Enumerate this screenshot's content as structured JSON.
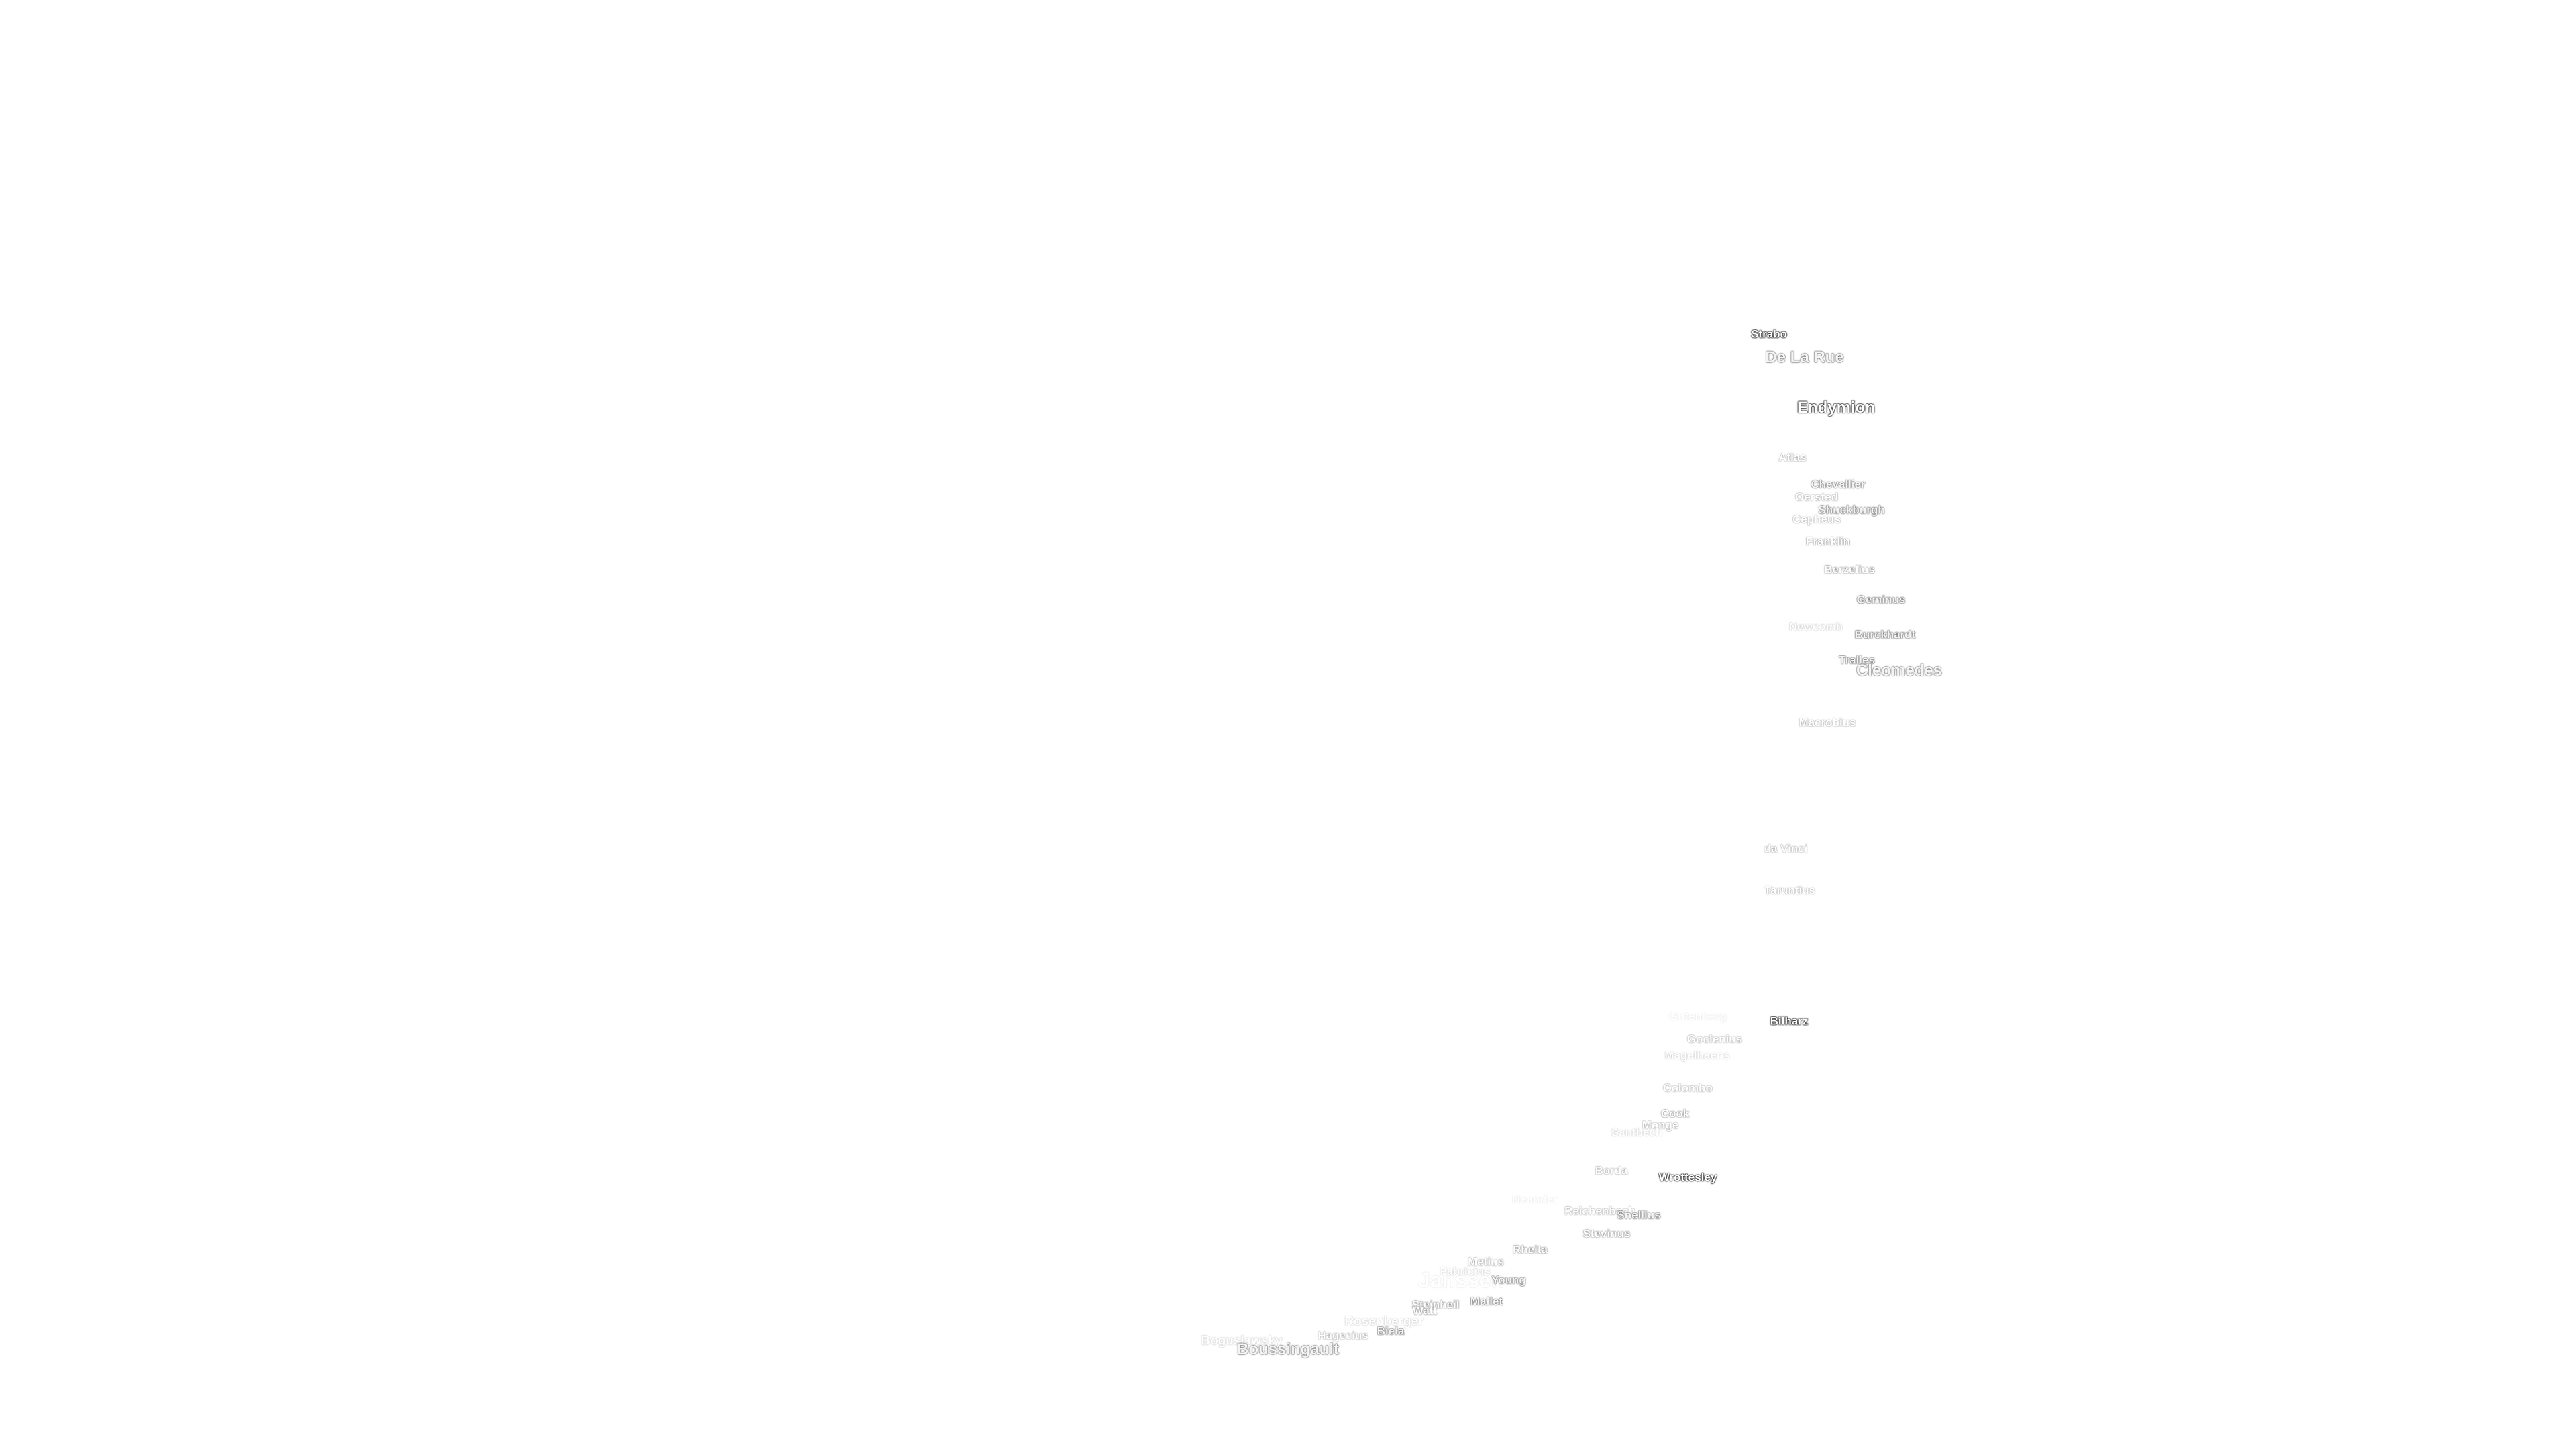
{
  "labels": [
    {
      "name": "Strabo",
      "size": "s",
      "tone": "t1"
    },
    {
      "name": "De La Rue",
      "size": "l",
      "tone": "t2"
    },
    {
      "name": "Endymion",
      "size": "l",
      "tone": "t1"
    },
    {
      "name": "Atlas",
      "size": "s",
      "tone": "t4"
    },
    {
      "name": "Chevallier",
      "size": "s",
      "tone": "t2"
    },
    {
      "name": "Oersted",
      "size": "s",
      "tone": "t4"
    },
    {
      "name": "Shuckburgh",
      "size": "s",
      "tone": "t2"
    },
    {
      "name": "Cepheus",
      "size": "s",
      "tone": "t4"
    },
    {
      "name": "Franklin",
      "size": "s",
      "tone": "t3"
    },
    {
      "name": "Berzelius",
      "size": "s",
      "tone": "t3"
    },
    {
      "name": "Geminus",
      "size": "s",
      "tone": "t2"
    },
    {
      "name": "Newcomb",
      "size": "s",
      "tone": "t5"
    },
    {
      "name": "Burckhardt",
      "size": "s",
      "tone": "t2"
    },
    {
      "name": "Tralles",
      "size": "s",
      "tone": "t2"
    },
    {
      "name": "Cleomedes",
      "size": "l",
      "tone": "t2"
    },
    {
      "name": "Macrobius",
      "size": "s",
      "tone": "t4"
    },
    {
      "name": "da Vinci",
      "size": "s",
      "tone": "t4"
    },
    {
      "name": "Taruntius",
      "size": "s",
      "tone": "t4"
    },
    {
      "name": "Gutenberg",
      "size": "s",
      "tone": "t6"
    },
    {
      "name": "Bilharz",
      "size": "s",
      "tone": "t1"
    },
    {
      "name": "Goclenius",
      "size": "s",
      "tone": "t4"
    },
    {
      "name": "Magelhaens",
      "size": "s",
      "tone": "t5"
    },
    {
      "name": "Colombo",
      "size": "s",
      "tone": "t4"
    },
    {
      "name": "Cook",
      "size": "s",
      "tone": "t3"
    },
    {
      "name": "Monge",
      "size": "s",
      "tone": "t4"
    },
    {
      "name": "Santbech",
      "size": "s",
      "tone": "t5"
    },
    {
      "name": "Borda",
      "size": "s",
      "tone": "t4"
    },
    {
      "name": "Wrottesley",
      "size": "s",
      "tone": "t1"
    },
    {
      "name": "Neander",
      "size": "s",
      "tone": "t6"
    },
    {
      "name": "Reichenbach",
      "size": "s",
      "tone": "t4"
    },
    {
      "name": "Snellius",
      "size": "s",
      "tone": "t2"
    },
    {
      "name": "Stevinus",
      "size": "s",
      "tone": "t3"
    },
    {
      "name": "Rheita",
      "size": "s",
      "tone": "t3"
    },
    {
      "name": "Metius",
      "size": "s",
      "tone": "t4"
    },
    {
      "name": "Fabricius",
      "size": "s",
      "tone": "t5"
    },
    {
      "name": "Janssen",
      "size": "xxl",
      "tone": "t6"
    },
    {
      "name": "Young",
      "size": "s",
      "tone": "t2"
    },
    {
      "name": "Steinheil",
      "size": "s",
      "tone": "t3"
    },
    {
      "name": "Watt",
      "size": "s",
      "tone": "t3"
    },
    {
      "name": "Mallet",
      "size": "s",
      "tone": "t2"
    },
    {
      "name": "Rosenberger",
      "size": "m",
      "tone": "t5"
    },
    {
      "name": "Biela",
      "size": "s",
      "tone": "t2"
    },
    {
      "name": "Hagecius",
      "size": "s",
      "tone": "t4"
    },
    {
      "name": "Boguslawsky",
      "size": "m",
      "tone": "t5"
    },
    {
      "name": "Boussingault",
      "size": "l",
      "tone": "t2"
    }
  ]
}
